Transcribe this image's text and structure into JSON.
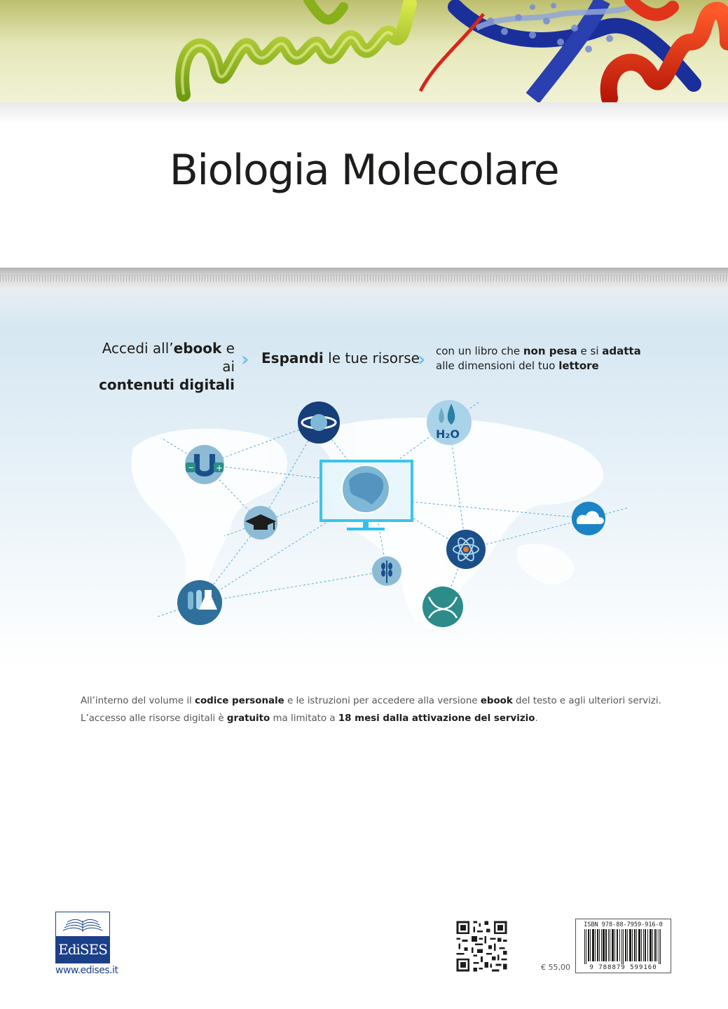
{
  "title": "Biologia Molecolare",
  "tagline": {
    "part1_line1_a": "Accedi all’",
    "part1_line1_b": "ebook",
    "part1_line1_c": " e ai",
    "part1_line2": "contenuti digitali",
    "part2_bold": "Espandi",
    "part2_rest": " le tue risorse",
    "part3_a": "con un libro che ",
    "part3_b": "non pesa",
    "part3_c": " e si ",
    "part3_d": "adatta",
    "part3_e": "alle dimensioni del tuo ",
    "part3_f": "lettore"
  },
  "network": {
    "h2o_label": "H₂O",
    "icons": [
      "saturn-icon",
      "magnet-icon",
      "graduation-cap-icon",
      "test-tubes-icon",
      "globe-monitor-icon",
      "wheat-icon",
      "dna-icon",
      "atom-icon",
      "cloud-icon",
      "water-drops-icon"
    ]
  },
  "info": {
    "l1_a": "All’interno del volume il ",
    "l1_b": "codice personale",
    "l1_c": " e le istruzioni per accedere alla versione ",
    "l1_d": "ebook",
    "l1_e": " del testo e agli ulteriori servizi.",
    "l2_a": "L’accesso alle risorse digitali è ",
    "l2_b": "gratuito",
    "l2_c": " ma limitato a ",
    "l2_d": "18 mesi dalla attivazione del servizio",
    "l2_e": "."
  },
  "publisher": {
    "name": "EdiSES",
    "url": "www.edises.it"
  },
  "price": "€ 55,00",
  "isbn": "ISBN 978-88-7959-916-0",
  "barcode_number": "9 788879 599160",
  "colors": {
    "accent": "#6fc3e8",
    "publisher_blue": "#1c3f8a",
    "icon_dark": "#1b4f8a",
    "icon_teal": "#2b8c8a",
    "icon_light": "#a9d3e8"
  }
}
